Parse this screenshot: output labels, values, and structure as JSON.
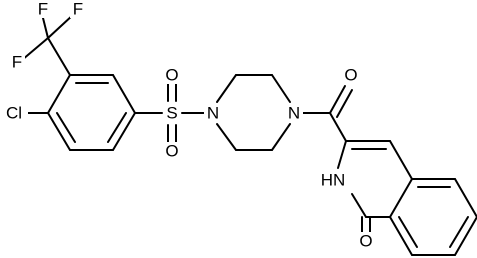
{
  "molecule": {
    "atoms": {
      "f_top": "F",
      "f_left": "F",
      "f_right": "F",
      "cl": "Cl",
      "s": "S",
      "o_top": "O",
      "o_bottom": "O",
      "n_left": "N",
      "n_right": "N",
      "o_carbonyl": "O",
      "nh": "HN",
      "o_lactam": "O"
    }
  }
}
